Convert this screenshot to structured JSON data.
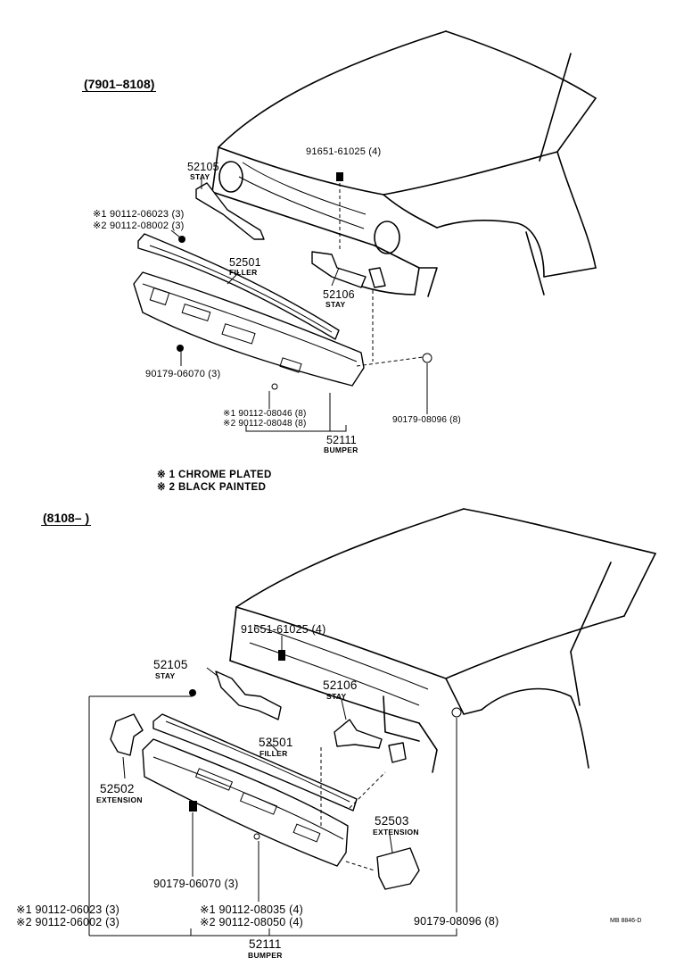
{
  "top": {
    "period": "(7901–8108)",
    "labels": {
      "screw_top": "91651-61025 (4)",
      "stay_left_no": "52105",
      "stay_left_name": "STAY",
      "bolt_sets_1": "※1 90112-06023 (3)",
      "bolt_sets_2": "※2 90112-08002 (3)",
      "filler_no": "52501",
      "filler_name": "FILLER",
      "stay_right_no": "52106",
      "stay_right_name": "STAY",
      "nut_left": "90179-06070 (3)",
      "bolt_bumper_1": "※1 90112-08046 (8)",
      "bolt_bumper_2": "※2 90112-08048 (8)",
      "nut_right": "90179-08096 (8)",
      "bumper_no": "52111",
      "bumper_name": "BUMPER"
    }
  },
  "legend": {
    "item1": "※ 1  CHROME PLATED",
    "item2": "※ 2  BLACK PAINTED"
  },
  "bottom": {
    "period": "(8108–         )",
    "labels": {
      "screw_top": "91651-61025 (4)",
      "stay_left_no": "52105",
      "stay_left_name": "STAY",
      "stay_right_no": "52106",
      "stay_right_name": "STAY",
      "filler_no": "52501",
      "filler_name": "FILLER",
      "ext_left_no": "52502",
      "ext_left_name": "EXTENSION",
      "ext_right_no": "52503",
      "ext_right_name": "EXTENSION",
      "nut_left": "90179-06070 (3)",
      "bolt_sets_1": "※1 90112-06023 (3)",
      "bolt_sets_2": "※2 90112-06002 (3)",
      "bolt_bumper_1": "※1 90112-08035 (4)",
      "bolt_bumper_2": "※2 90112-08050 (4)",
      "nut_right": "90179-08096 (8)",
      "bumper_no": "52111",
      "bumper_name": "BUMPER"
    }
  },
  "drawing_code": "MB 8846-D"
}
